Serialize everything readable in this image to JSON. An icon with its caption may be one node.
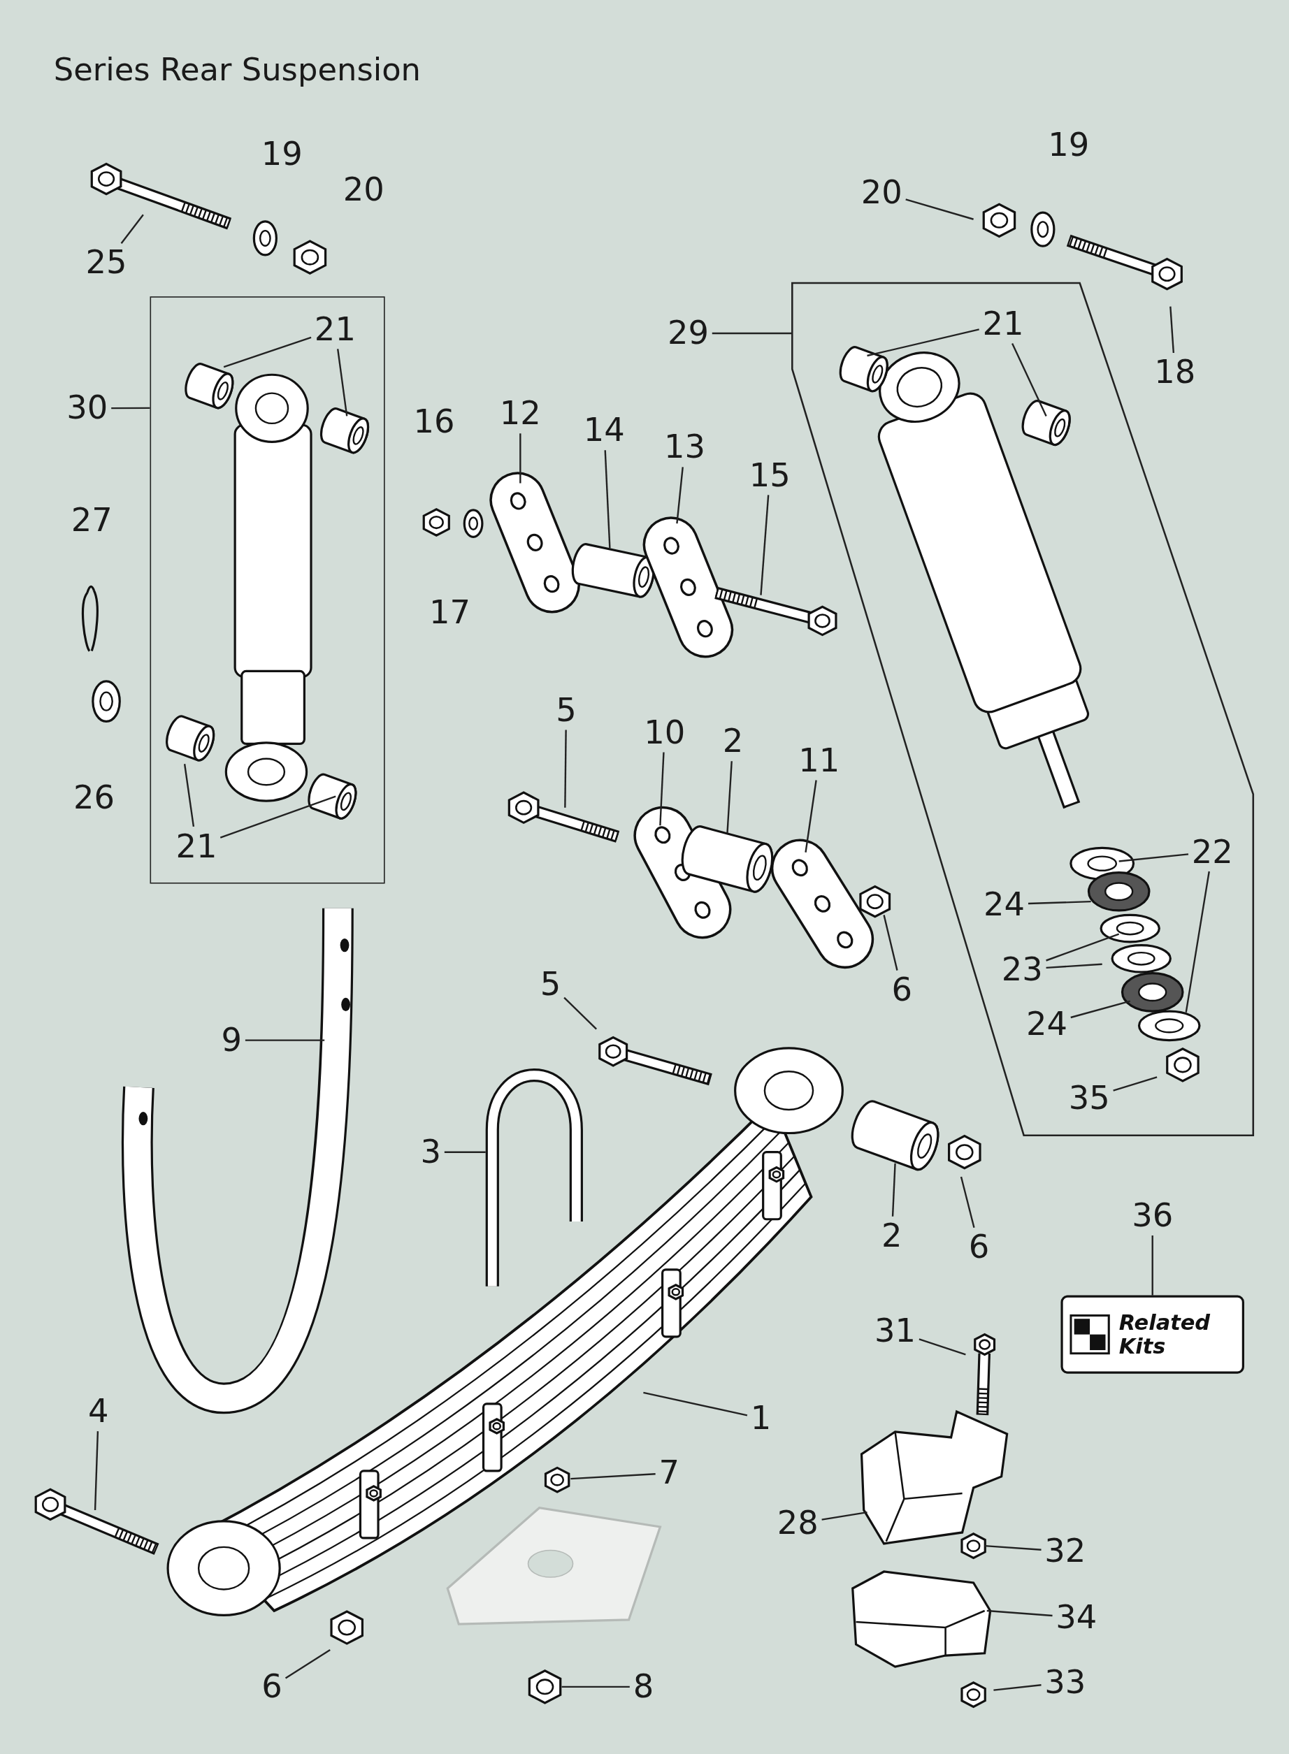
{
  "diagram": {
    "title": "Series Rear Suspension",
    "nodes": [
      {
        "text": [
          "25"
        ]
      },
      {
        "text": [],
        "shape": "box"
      },
      {
        "text": [
          "21"
        ],
        "in": 1
      },
      {
        "text": [
          "30"
        ]
      },
      {
        "text": [
          "29"
        ]
      },
      {
        "text": [],
        "shape": "polygon"
      },
      {
        "text": [
          "21"
        ],
        "in": 5
      },
      {
        "text": [
          "20"
        ]
      },
      {
        "text": [
          "18"
        ]
      },
      {
        "text": [
          "12"
        ]
      },
      {
        "text": [
          "14"
        ]
      },
      {
        "text": [
          "13"
        ]
      },
      {
        "text": [
          "15"
        ]
      },
      {
        "text": [
          "5"
        ]
      },
      {
        "text": [
          "10"
        ]
      },
      {
        "text": [
          "2"
        ]
      },
      {
        "text": [
          "11"
        ]
      },
      {
        "text": [
          "21"
        ],
        "in": 1
      },
      {
        "text": [
          "22"
        ],
        "in": 5
      },
      {
        "text": [
          "24"
        ],
        "in": 5
      },
      {
        "text": [
          "23"
        ],
        "in": 5
      },
      {
        "text": [
          "6"
        ]
      },
      {
        "text": [
          "24"
        ],
        "in": 5
      },
      {
        "text": [
          "5"
        ]
      },
      {
        "text": [
          "9"
        ]
      },
      {
        "text": [
          "35"
        ],
        "in": 5
      },
      {
        "text": [
          "3"
        ]
      },
      {
        "text": [
          "36"
        ]
      },
      {
        "text": [
          "2"
        ]
      },
      {
        "text": [
          "6"
        ]
      },
      {
        "text": [
          "Related Kits"
        ]
      },
      {
        "text": [
          "31"
        ]
      },
      {
        "text": [
          "4"
        ]
      },
      {
        "text": [
          "1"
        ]
      },
      {
        "text": [
          "7"
        ]
      },
      {
        "text": [
          "28"
        ]
      },
      {
        "text": [
          "32"
        ]
      },
      {
        "text": [
          "34"
        ]
      },
      {
        "text": [
          "6"
        ]
      },
      {
        "text": [
          "8"
        ]
      },
      {
        "text": [
          "33"
        ]
      }
    ],
    "edges": [
      {
        "from": 0,
        "to": null,
        "arrow": "none"
      },
      {
        "from": 2,
        "to": null,
        "arrow": "none"
      },
      {
        "from": 2,
        "to": null,
        "arrow": "none"
      },
      {
        "from": 3,
        "to": 1,
        "arrow": "none"
      },
      {
        "from": 4,
        "to": 5,
        "arrow": "none"
      },
      {
        "from": 6,
        "to": null,
        "arrow": "none"
      },
      {
        "from": 6,
        "to": null,
        "arrow": "none"
      },
      {
        "from": 7,
        "to": null,
        "arrow": "none"
      },
      {
        "from": 8,
        "to": null,
        "arrow": "none"
      },
      {
        "from": 9,
        "to": null,
        "arrow": "none"
      },
      {
        "from": 10,
        "to": null,
        "arrow": "none"
      },
      {
        "from": 11,
        "to": null,
        "arrow": "none"
      },
      {
        "from": 12,
        "to": null,
        "arrow": "none"
      },
      {
        "from": 13,
        "to": null,
        "arrow": "none"
      },
      {
        "from": 14,
        "to": null,
        "arrow": "none"
      },
      {
        "from": 15,
        "to": null,
        "arrow": "none"
      },
      {
        "from": 16,
        "to": null,
        "arrow": "none"
      },
      {
        "from": 17,
        "to": null,
        "arrow": "none"
      },
      {
        "from": 17,
        "to": null,
        "arrow": "none"
      },
      {
        "from": 18,
        "to": null,
        "arrow": "none"
      },
      {
        "from": 18,
        "to": null,
        "arrow": "none"
      },
      {
        "from": 19,
        "to": null,
        "arrow": "none"
      },
      {
        "from": 20,
        "to": null,
        "arrow": "none"
      },
      {
        "from": 20,
        "to": null,
        "arrow": "none"
      },
      {
        "from": 21,
        "to": null,
        "arrow": "none"
      },
      {
        "from": 22,
        "to": null,
        "arrow": "none"
      },
      {
        "from": 23,
        "to": null,
        "arrow": "none"
      },
      {
        "from": 24,
        "to": null,
        "arrow": "none"
      },
      {
        "from": 25,
        "to": null,
        "arrow": "none"
      },
      {
        "from": 26,
        "to": null,
        "arrow": "none"
      },
      {
        "from": 27,
        "to": 30,
        "arrow": "none"
      },
      {
        "from": 28,
        "to": null,
        "arrow": "none"
      },
      {
        "from": 29,
        "to": null,
        "arrow": "none"
      },
      {
        "from": 31,
        "to": null,
        "arrow": "none"
      },
      {
        "from": 32,
        "to": null,
        "arrow": "none"
      },
      {
        "from": 33,
        "to": null,
        "arrow": "none"
      },
      {
        "from": 34,
        "to": null,
        "arrow": "none"
      },
      {
        "from": 35,
        "to": null,
        "arrow": "none"
      },
      {
        "from": 36,
        "to": null,
        "arrow": "none"
      },
      {
        "from": 37,
        "to": null,
        "arrow": "none"
      },
      {
        "from": 38,
        "to": null,
        "arrow": "none"
      },
      {
        "from": 39,
        "to": null,
        "arrow": "none"
      },
      {
        "from": 40,
        "to": null,
        "arrow": "none"
      }
    ],
    "labels": [
      "19",
      "19",
      "20",
      "16",
      "27",
      "17",
      "26"
    ]
  }
}
